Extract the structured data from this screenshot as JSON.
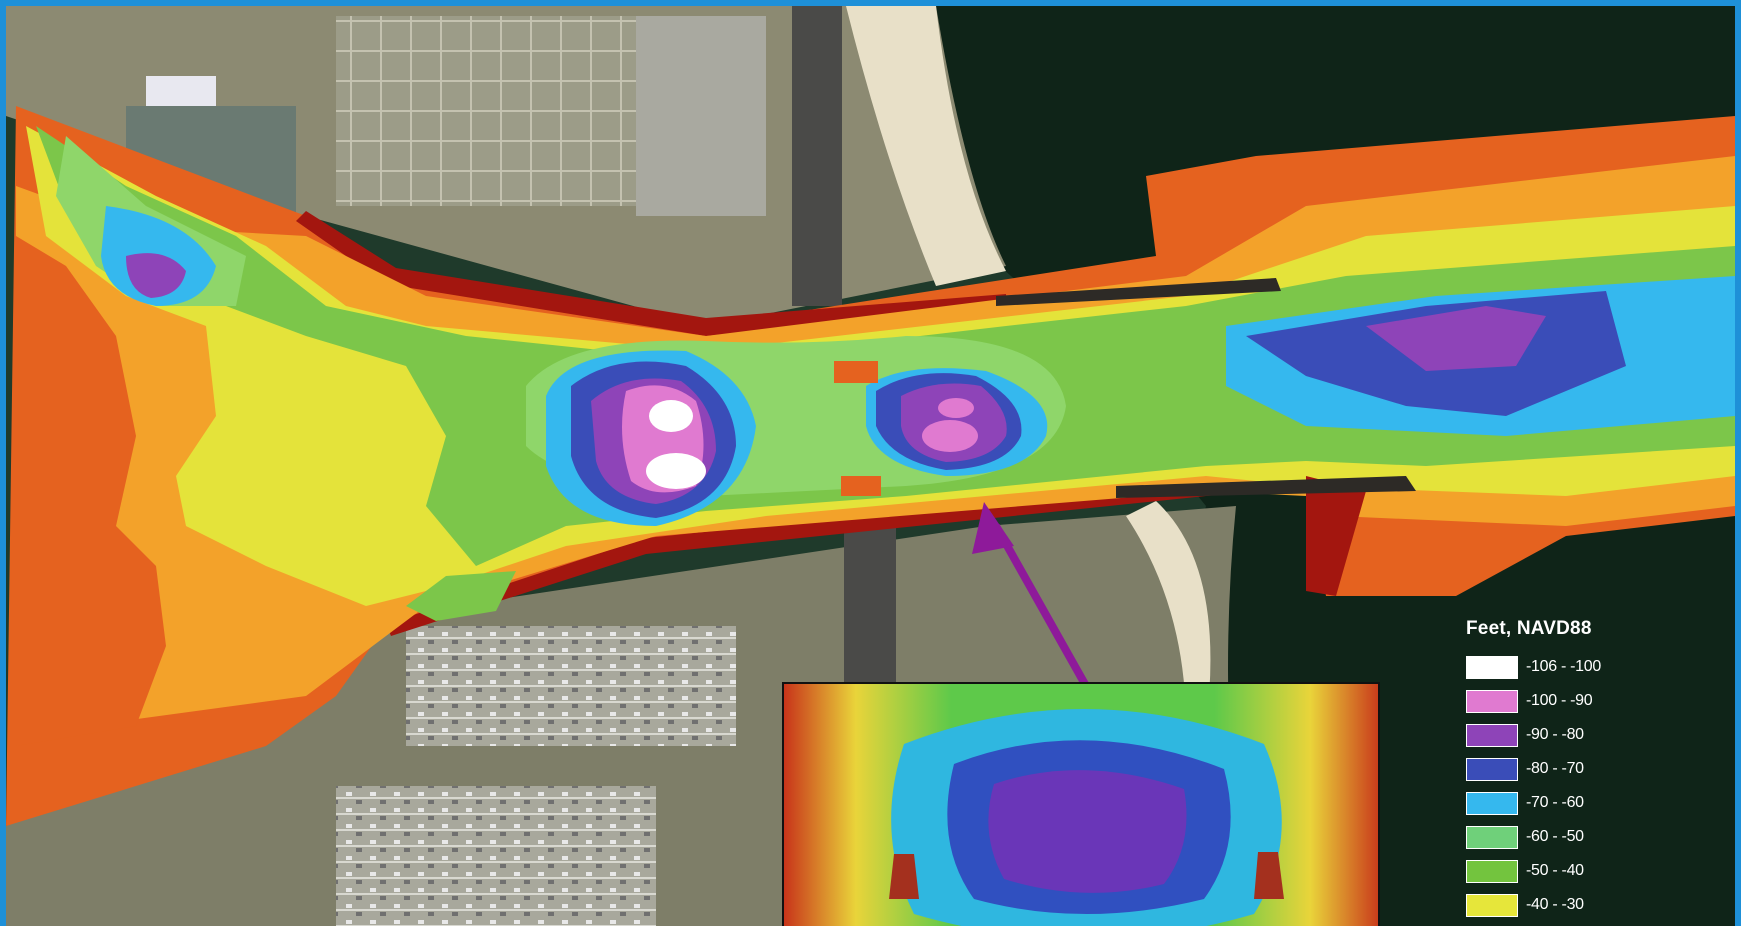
{
  "map": {
    "legend": {
      "title": "Feet, NAVD88",
      "classes": [
        {
          "label": "-106 - -100",
          "color": "#ffffff"
        },
        {
          "label": "-100 - -90",
          "color": "#e07ad0"
        },
        {
          "label": "-90 - -80",
          "color": "#8e44b8"
        },
        {
          "label": "-80 - -70",
          "color": "#3a4db8"
        },
        {
          "label": "-70 - -60",
          "color": "#35b8ee"
        },
        {
          "label": "-60 - -50",
          "color": "#6fd07a"
        },
        {
          "label": "-50 - -40",
          "color": "#73c43e"
        },
        {
          "label": "-40 - -30",
          "color": "#e6e63a"
        }
      ]
    },
    "pointer_color": "#8e1a9a",
    "colors": {
      "orange": "#e5621f",
      "amber": "#f3a22a",
      "yellow": "#e4e33a",
      "green": "#7cc64a",
      "lightgreen": "#8fd66a",
      "darkred": "#a3160f",
      "water": "#1f3a2b",
      "land": "#8a8a72",
      "sand": "#e6e0cc"
    },
    "icons": [
      "up-right-arrow-icon"
    ]
  }
}
